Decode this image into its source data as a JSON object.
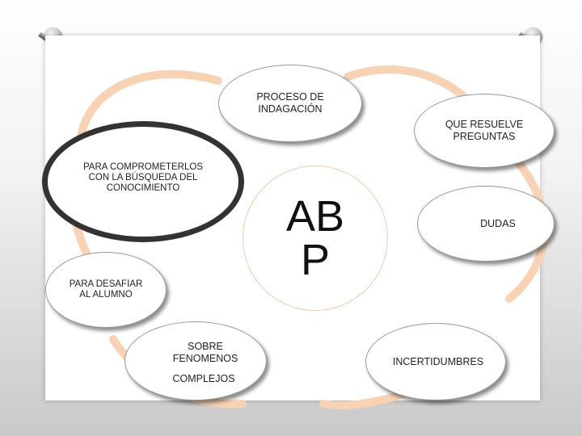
{
  "center": {
    "label_line1": "AB",
    "label_line2": "P"
  },
  "nodes": {
    "proceso": "PROCESO DE\nINDAGACIÓN",
    "preguntas": "QUE RESUELVE\nPREGUNTAS",
    "comprometer": "PARA COMPROMETERLOS\nCON LA BÚSQUEDA DEL\nCONOCIMIENTO",
    "dudas": "DUDAS",
    "desafiar": "PARA DESAFIAR\nAL ALUMNO",
    "fenomenos_top": "SOBRE\nFENOMENOS",
    "fenomenos_bottom": "COMPLEJOS",
    "incertidumbres": "INCERTIDUMBRES"
  },
  "colors": {
    "arc": "#f8d2b3",
    "dark_ring": "#333333"
  }
}
